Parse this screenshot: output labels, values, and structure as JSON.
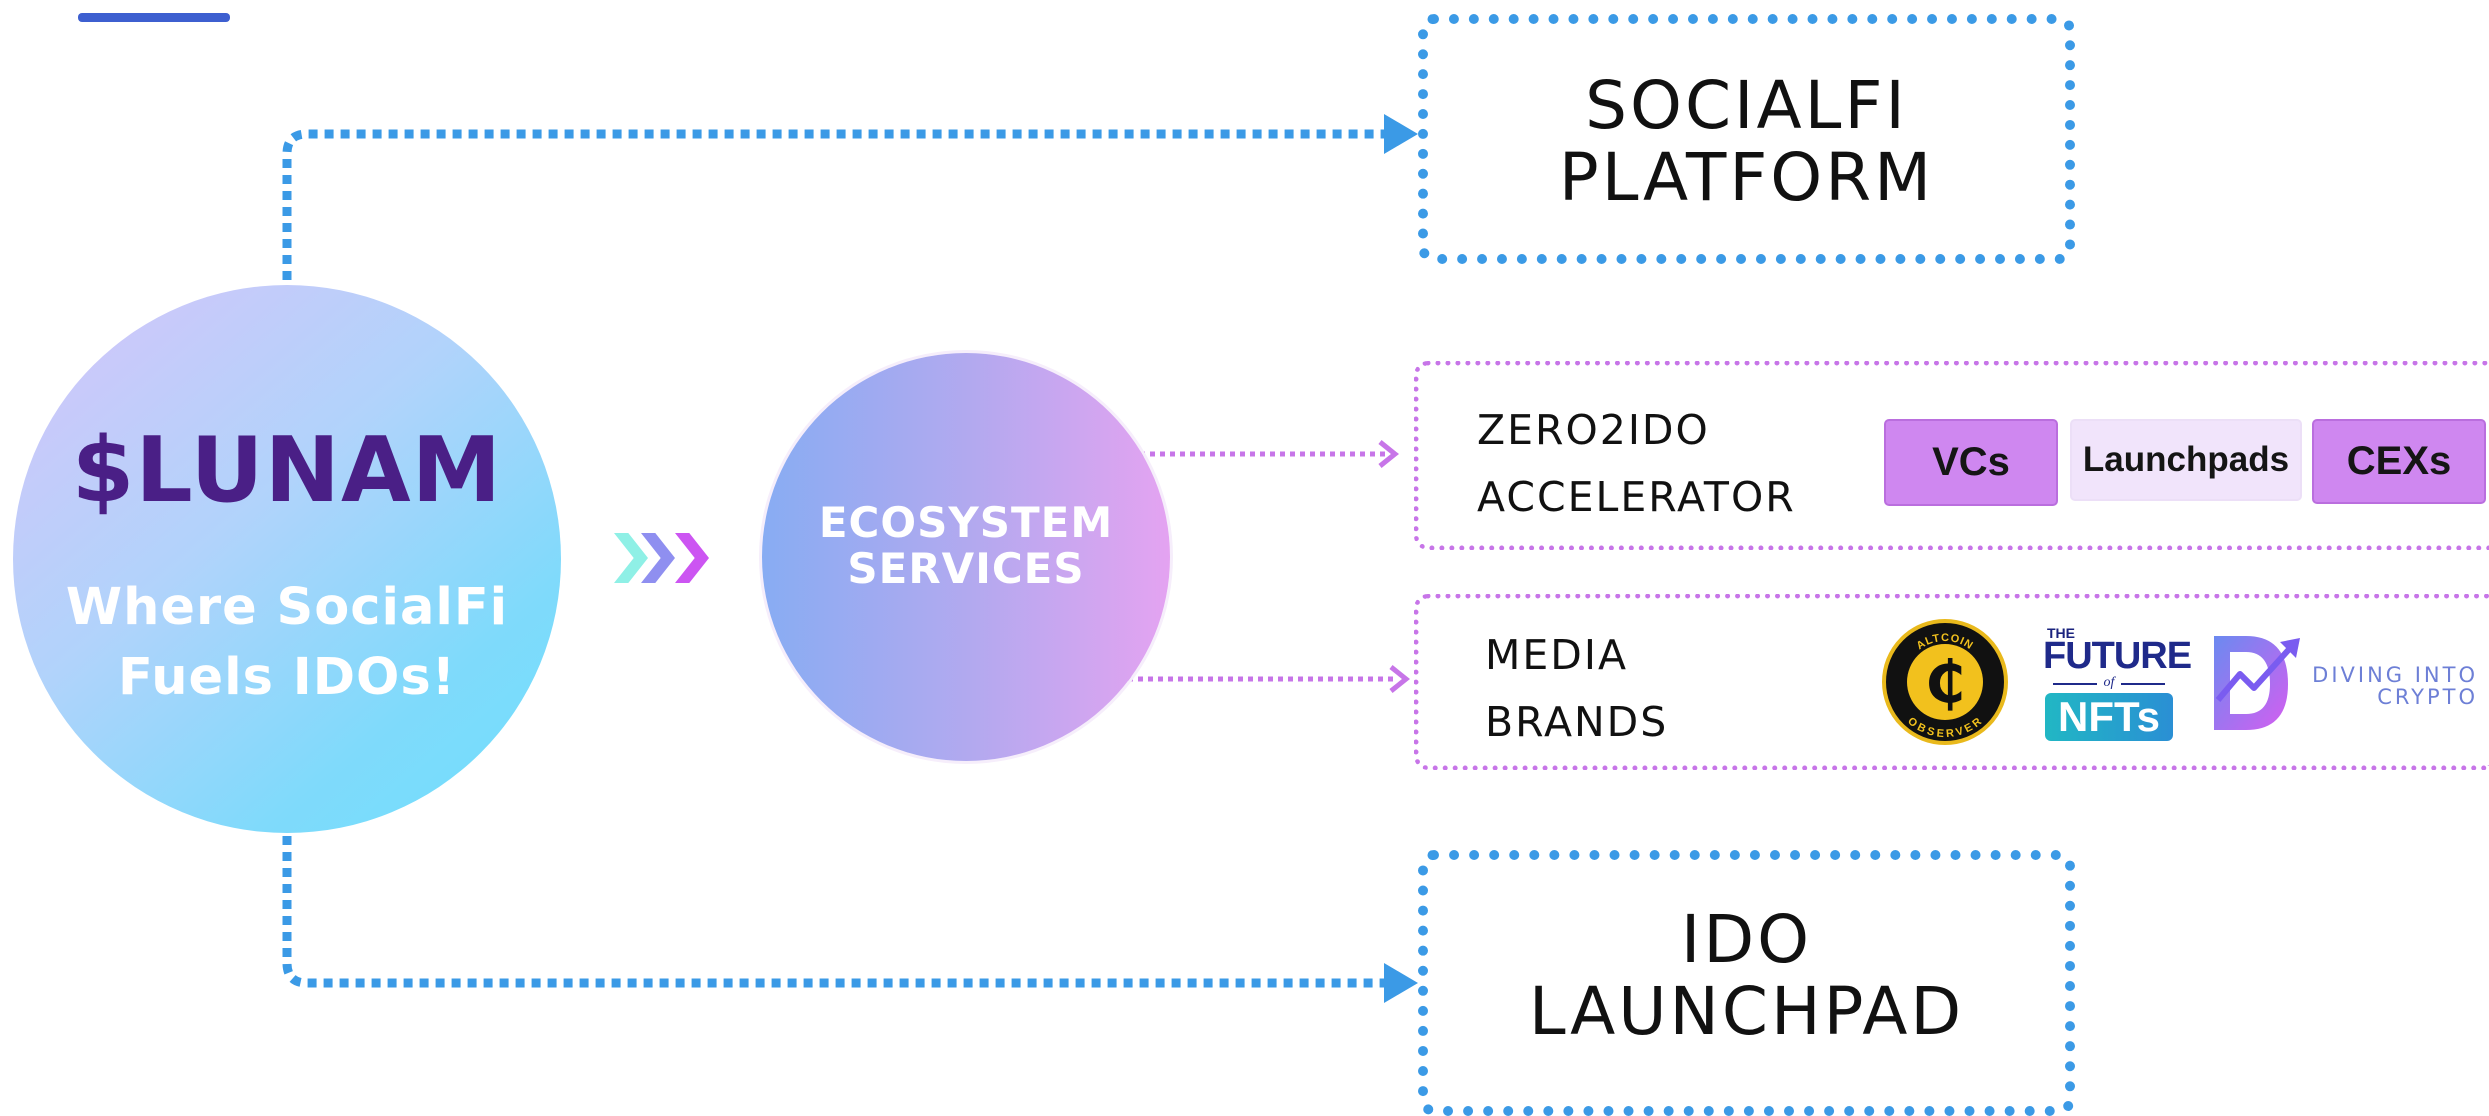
{
  "hub": {
    "name": "$LUNAM",
    "tagline_line1": "Where SocialFi",
    "tagline_line2": "Fuels IDOs!"
  },
  "services": {
    "line1": "ECOSYSTEM",
    "line2": "SERVICES"
  },
  "socialfi_box": {
    "line1": "SOCIALFI",
    "line2": "PLATFORM"
  },
  "ido_box": {
    "line1": "IDO",
    "line2": "LAUNCHPAD"
  },
  "accelerator": {
    "line1": "ZERO2IDO",
    "line2": "ACCELERATOR",
    "chips": [
      "VCs",
      "Launchpads",
      "CEXs"
    ]
  },
  "media": {
    "line1": "MEDIA",
    "line2": "BRANDS",
    "logos": {
      "altcoin_observer": {
        "ring_top": "ALTCOIN",
        "ring_bottom": "OBSERVER",
        "glyph": "₵"
      },
      "future_of_nfts": {
        "the": "THE",
        "future": "FUTURE",
        "of": "of",
        "nfts": "NFTs"
      },
      "diving_into_crypto": {
        "line1": "DIVING INTO",
        "line2": "CRYPTO"
      }
    }
  },
  "colors": {
    "blue_connector": "#3b9ae6",
    "purple_connector": "#c775e8",
    "brand_text": "#4a1f86",
    "accent_bar": "#3d5fd0",
    "chevrons": [
      "#8ff0e6",
      "#8f8ff0",
      "#cc55f2"
    ]
  }
}
